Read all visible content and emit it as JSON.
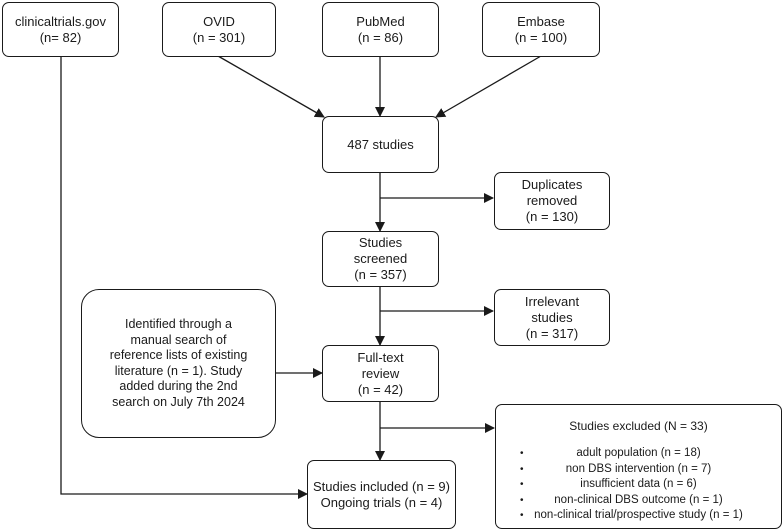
{
  "sources": {
    "clinicaltrials": {
      "name": "clinicaltrials.gov",
      "count": "(n= 82)"
    },
    "ovid": {
      "name": "OVID",
      "count": "(n = 301)"
    },
    "pubmed": {
      "name": "PubMed",
      "count": "(n = 86)"
    },
    "embase": {
      "name": "Embase",
      "count": "(n = 100)"
    }
  },
  "total": {
    "label": "487 studies"
  },
  "duplicates": {
    "line1": "Duplicates",
    "line2": "removed",
    "count": "(n = 130)"
  },
  "screened": {
    "line1": "Studies",
    "line2": "screened",
    "count": "(n = 357)"
  },
  "irrelevant": {
    "line1": "Irrelevant",
    "line2": "studies",
    "count": "(n = 317)"
  },
  "manual_search": {
    "lines": [
      "Identified through a",
      "manual search of",
      "reference lists of existing",
      "literature (n = 1). Study",
      "added during the 2nd",
      "search on July 7th 2024"
    ]
  },
  "fulltext": {
    "line1": "Full-text",
    "line2": "review",
    "count": "(n = 42)"
  },
  "excluded": {
    "title": "Studies excluded (N = 33)",
    "reasons": [
      "adult population (n = 18)",
      "non DBS intervention (n = 7)",
      "insufficient data (n = 6)",
      "non-clinical DBS outcome (n = 1)",
      "non-clinical trial/prospective study (n = 1)"
    ]
  },
  "included": {
    "line1": "Studies included (n = 9)",
    "line2": "Ongoing trials (n = 4)"
  }
}
